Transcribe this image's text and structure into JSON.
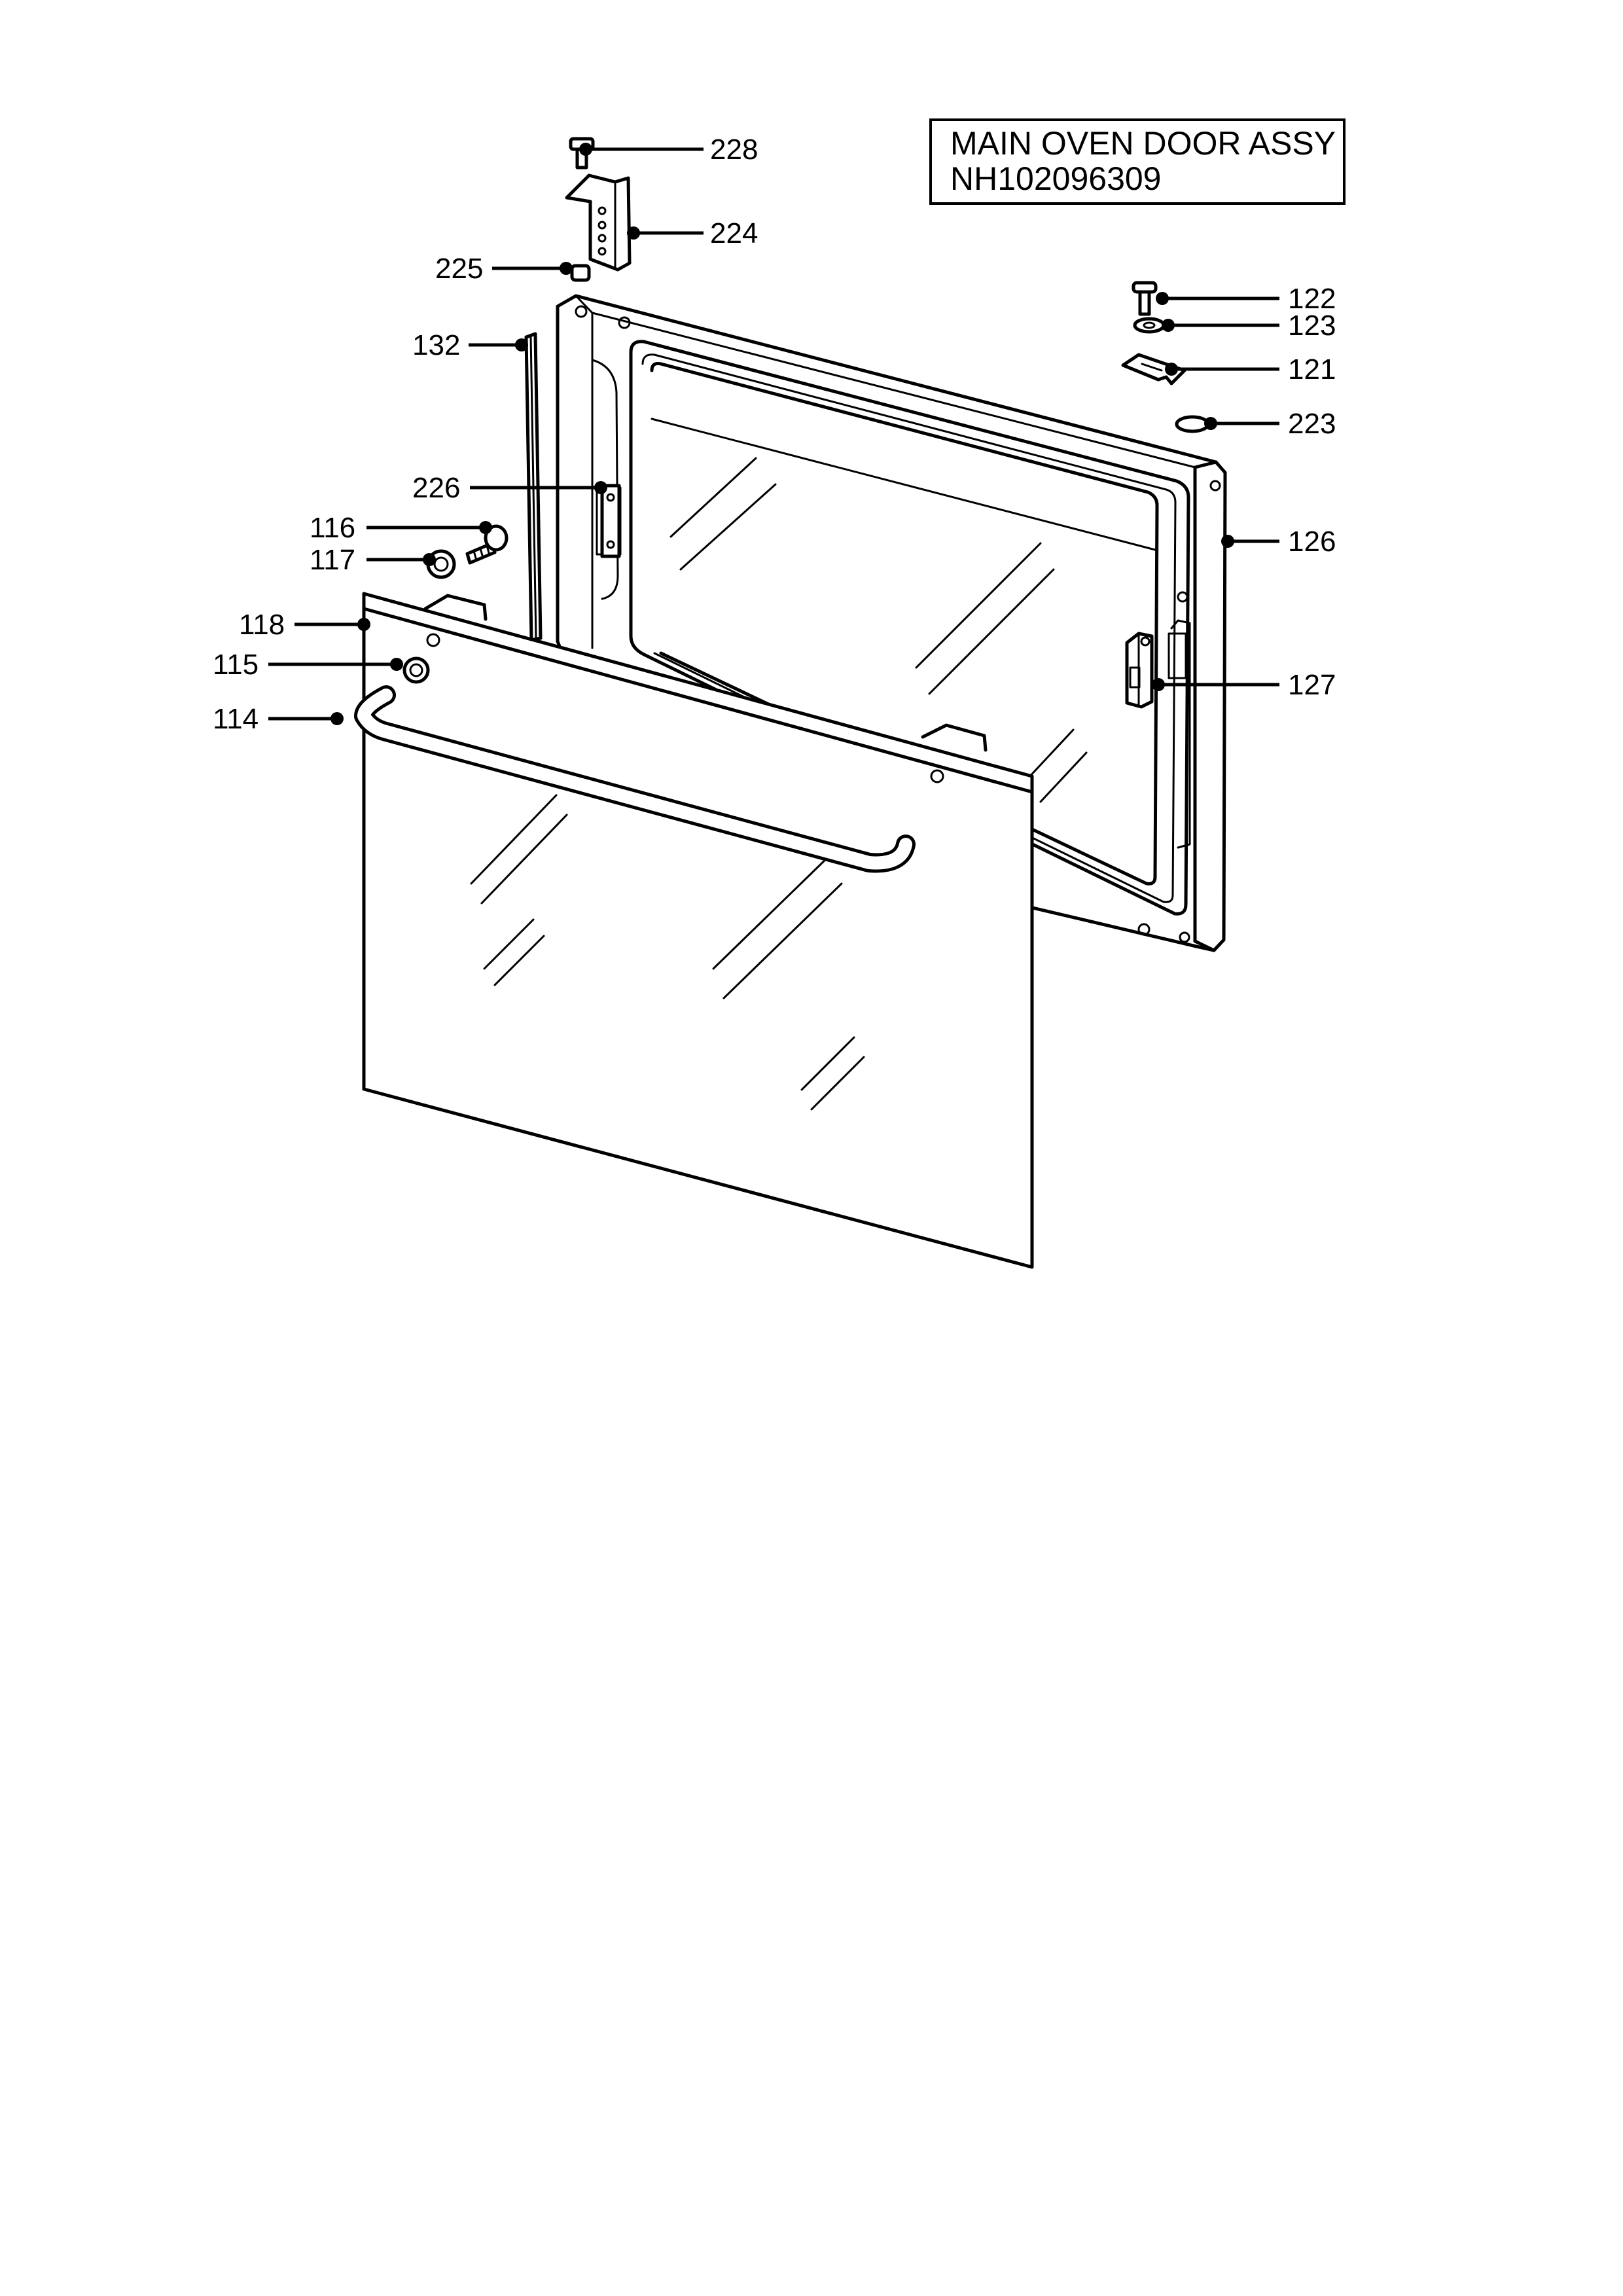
{
  "title_box": {
    "line1": "MAIN OVEN DOOR ASSY",
    "line2": "NH102096309"
  },
  "callouts": {
    "p228": "228",
    "p224": "224",
    "p225": "225",
    "p132": "132",
    "p226": "226",
    "p116": "116",
    "p117": "117",
    "p118": "118",
    "p115": "115",
    "p114": "114",
    "p122": "122",
    "p123": "123",
    "p121": "121",
    "p223": "223",
    "p126": "126",
    "p127": "127"
  }
}
